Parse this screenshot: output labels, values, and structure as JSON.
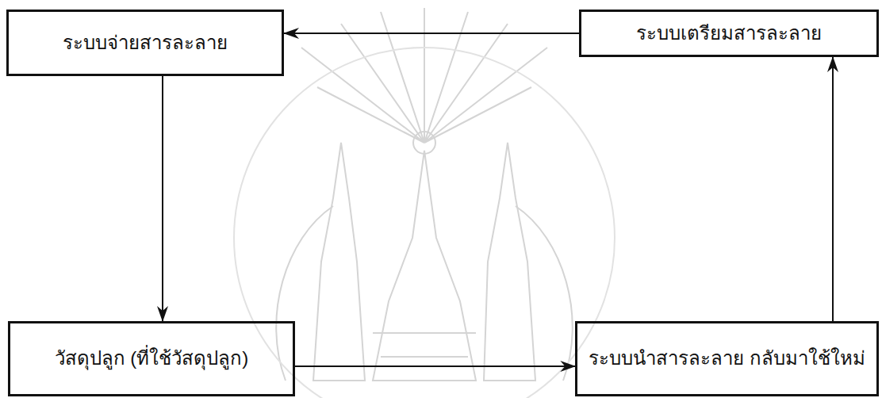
{
  "diagram": {
    "nodes": [
      {
        "text": [
          "ระบบจ่ายสารละลาย"
        ]
      },
      {
        "text": [
          "ระบบเตรียมสารละลาย"
        ]
      },
      {
        "text": [
          "วัสดุปลูก (ที่ใช้วัสดุปลูก)"
        ]
      },
      {
        "text": [
          "ระบบนำสารละลาย กลับมาใช้ใหม่"
        ]
      }
    ],
    "edges": [
      {
        "from": 1,
        "to": 0,
        "arrow": "to"
      },
      {
        "from": 0,
        "to": 2,
        "arrow": "to"
      },
      {
        "from": 2,
        "to": 3,
        "arrow": "to"
      },
      {
        "from": 3,
        "to": 1,
        "arrow": "to"
      }
    ]
  }
}
